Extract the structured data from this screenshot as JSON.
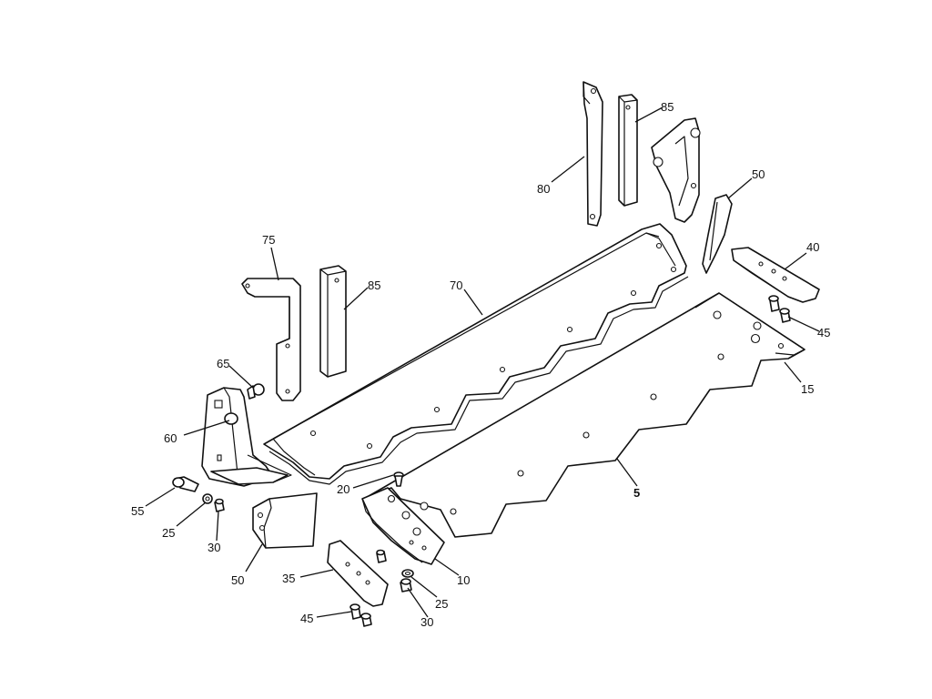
{
  "colors": {
    "line": "#111111",
    "background": "#ffffff",
    "highlight_callout": "#b22222"
  },
  "callouts": [
    {
      "id": "c80",
      "text": "80"
    },
    {
      "id": "c85a",
      "text": "85"
    },
    {
      "id": "c50a",
      "text": "50"
    },
    {
      "id": "c40",
      "text": "40"
    },
    {
      "id": "c45a",
      "text": "45"
    },
    {
      "id": "c15",
      "text": "15"
    },
    {
      "id": "c75",
      "text": "75"
    },
    {
      "id": "c85b",
      "text": "85"
    },
    {
      "id": "c70",
      "text": "70"
    },
    {
      "id": "c65",
      "text": "65"
    },
    {
      "id": "c60",
      "text": "60"
    },
    {
      "id": "c55",
      "text": "55"
    },
    {
      "id": "c25a",
      "text": "25"
    },
    {
      "id": "c30a",
      "text": "30"
    },
    {
      "id": "c20",
      "text": "20"
    },
    {
      "id": "c5",
      "text": "5",
      "highlight": true
    },
    {
      "id": "c50b",
      "text": "50"
    },
    {
      "id": "c35",
      "text": "35"
    },
    {
      "id": "c10",
      "text": "10"
    },
    {
      "id": "c25b",
      "text": "25"
    },
    {
      "id": "c30b",
      "text": "30"
    },
    {
      "id": "c45b",
      "text": "45"
    }
  ]
}
